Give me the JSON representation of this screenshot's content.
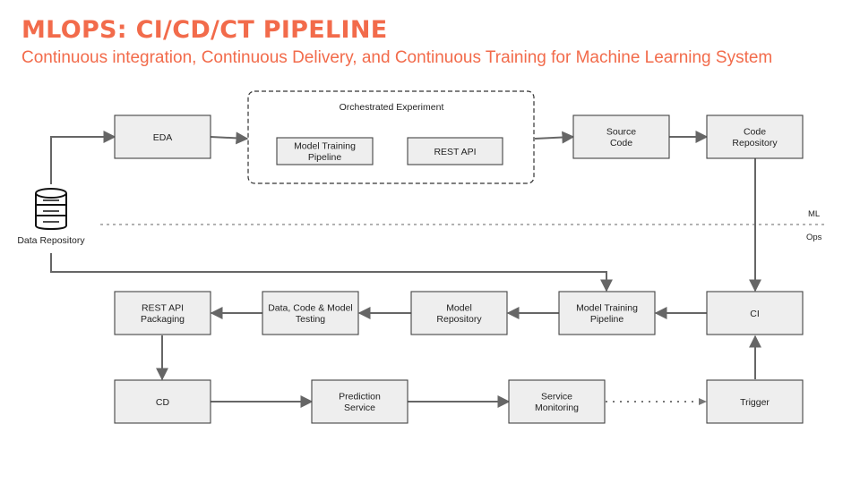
{
  "header": {
    "title": "MLOPS: CI/CD/CT PIPELINE",
    "subtitle": "Continuous integration, Continuous Delivery, and Continuous Training for Machine Learning System"
  },
  "colors": {
    "accent": "#f26b4b",
    "box_fill": "#eeeeee",
    "edge": "#666666"
  },
  "diagram": {
    "group_label": "Orchestrated Experiment",
    "zone_ml": "ML",
    "zone_ops": "Ops",
    "data_repository": {
      "label": "Data Repository",
      "icon": "database-icon"
    },
    "nodes": {
      "eda": [
        "EDA"
      ],
      "model_training_inner": [
        "Model Training",
        "Pipeline"
      ],
      "rest_api_inner": [
        "REST API"
      ],
      "source_code": [
        "Source",
        "Code"
      ],
      "code_repository": [
        "Code",
        "Repository"
      ],
      "ci": [
        "CI"
      ],
      "model_training_pipeline": [
        "Model Training",
        "Pipeline"
      ],
      "model_repository": [
        "Model",
        "Repository"
      ],
      "testing": [
        "Data, Code & Model",
        "Testing"
      ],
      "rest_api_packaging": [
        "REST API",
        "Packaging"
      ],
      "cd": [
        "CD"
      ],
      "prediction_service": [
        "Prediction",
        "Service"
      ],
      "service_monitoring": [
        "Service",
        "Monitoring"
      ],
      "trigger": [
        "Trigger"
      ]
    }
  }
}
